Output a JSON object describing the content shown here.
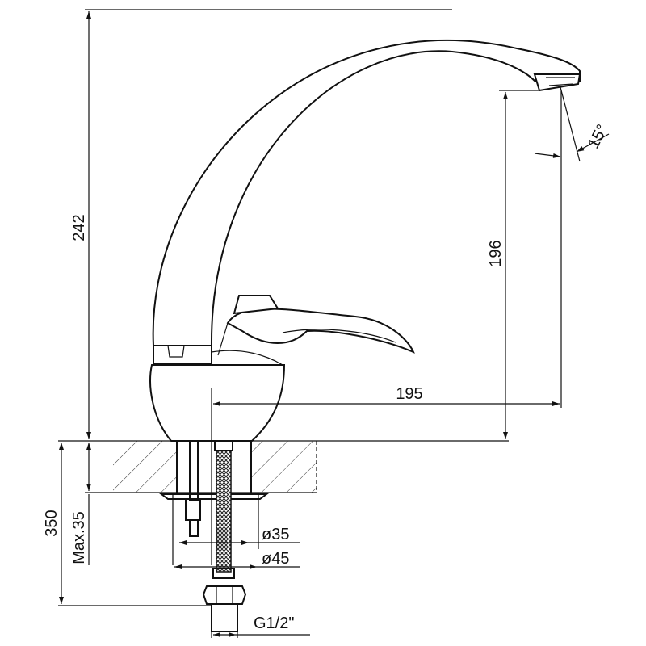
{
  "drawing": {
    "dimensions": {
      "total_height": "242",
      "spout_height": "196",
      "spout_reach": "195",
      "spout_angle": "15°",
      "hose_length": "350",
      "max_thickness": "Max.35",
      "hole_diameter_small": "ø35",
      "hole_diameter_large": "ø45",
      "thread": "G1/2\""
    }
  }
}
